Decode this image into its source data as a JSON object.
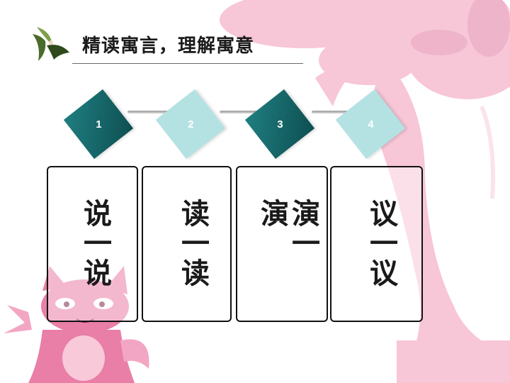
{
  "header": {
    "title": "精读寓言，理解寓意",
    "icon": "fairy-icon"
  },
  "steps": [
    {
      "number": "1",
      "label": "说一说",
      "style": "dark"
    },
    {
      "number": "2",
      "label": "读一读",
      "style": "light"
    },
    {
      "number": "3",
      "label": "演一演",
      "style": "dark"
    },
    {
      "number": "4",
      "label": "议一议",
      "style": "light"
    }
  ],
  "colors": {
    "teal_dark": "#0e4f52",
    "teal_light": "#b4e2e2",
    "pink_bg": "#f6c9d8",
    "fox_pink": "#e97ea6"
  }
}
